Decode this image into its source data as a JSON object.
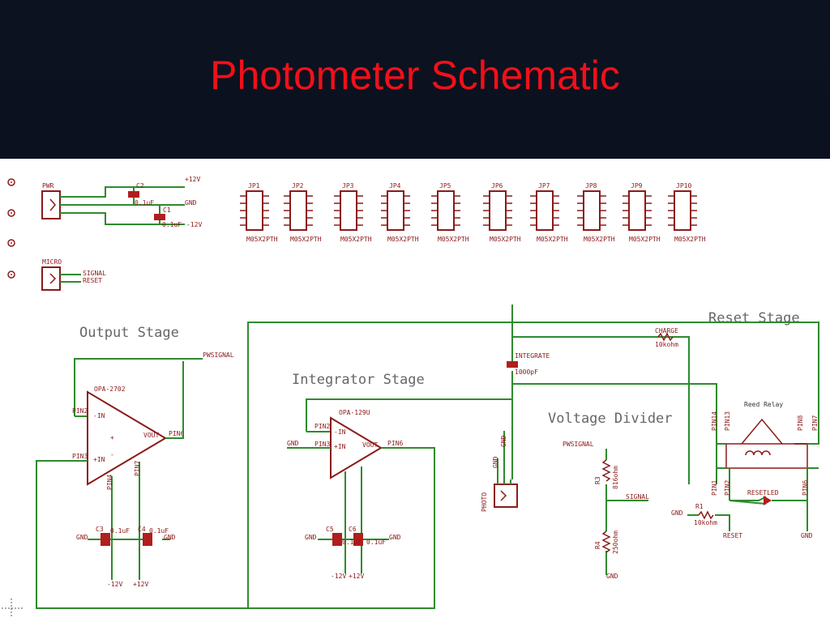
{
  "slide": {
    "title": "Photometer Schematic"
  },
  "stages": {
    "output": "Output Stage",
    "integrator": "Integrator Stage",
    "voltage_divider": "Voltage Divider",
    "reset": "Reset Stage"
  },
  "power_connector": {
    "name": "PWR",
    "c2": "C2",
    "c1": "C1",
    "c_value": "0.1uF",
    "plus12": "+12V",
    "minus12": "-12V",
    "gnd": "GND"
  },
  "micro_connector": {
    "name": "MICRO",
    "signal": "SIGNAL",
    "reset": "RESET"
  },
  "headers": [
    {
      "name": "JP1",
      "part": "M05X2PTH"
    },
    {
      "name": "JP2",
      "part": "M05X2PTH"
    },
    {
      "name": "JP3",
      "part": "M05X2PTH"
    },
    {
      "name": "JP4",
      "part": "M05X2PTH"
    },
    {
      "name": "JP5",
      "part": "M05X2PTH"
    },
    {
      "name": "JP6",
      "part": "M05X2PTH"
    },
    {
      "name": "JP7",
      "part": "M05X2PTH"
    },
    {
      "name": "JP8",
      "part": "M05X2PTH"
    },
    {
      "name": "JP9",
      "part": "M05X2PTH"
    },
    {
      "name": "JP10",
      "part": "M05X2PTH"
    }
  ],
  "output_stage": {
    "opamp": "OPA-2702",
    "pwsignal": "PWSIGNAL",
    "pin_minus": "PIN2",
    "pin_plus": "PIN3",
    "pin_out": "PIN6",
    "pin4": "PIN4",
    "pin7": "PIN7",
    "c3": "C3",
    "c4": "C4",
    "c_value": "0.1uF",
    "gnd": "GND",
    "minus12": "-12V",
    "plus12": "+12V"
  },
  "integrator_stage": {
    "opamp": "OPA-129U",
    "pin_minus": "PIN2",
    "pin_plus": "PIN3",
    "pin_out": "PIN6",
    "c5": "C5",
    "c6": "C6",
    "c_value": "0.1uF",
    "gnd": "GND",
    "minus12": "-12V",
    "plus12": "+12V"
  },
  "integrate_cap": {
    "name": "INTEGRATE",
    "value": "1000pF"
  },
  "photo": {
    "name": "PHOTO",
    "gnd": "GND",
    "gnd2": "GND"
  },
  "voltage_divider": {
    "pwsignal": "PWSIGNAL",
    "r3": "R3",
    "r3_value": "816ohm",
    "r4": "R4",
    "r4_value": "250ohm",
    "signal": "SIGNAL",
    "gnd": "GND"
  },
  "reset_stage": {
    "charge": "CHARGE",
    "charge_value": "10kohm",
    "relay": "Reed Relay",
    "led": "RESETLED",
    "r1": "R1",
    "r1_value": "10kohm",
    "gnd": "GND",
    "reset": "RESET",
    "gnd2": "GND",
    "pin14": "PIN14",
    "pin13": "PIN13",
    "pin8": "PIN8",
    "pin7": "PIN7",
    "pin1": "PIN1",
    "pin2": "PIN2",
    "pin6": "PIN6"
  },
  "colors": {
    "title": "#f0101a",
    "wire": "#2e8b2e",
    "part": "#8b1a1a",
    "background": "#0a0f1c"
  }
}
